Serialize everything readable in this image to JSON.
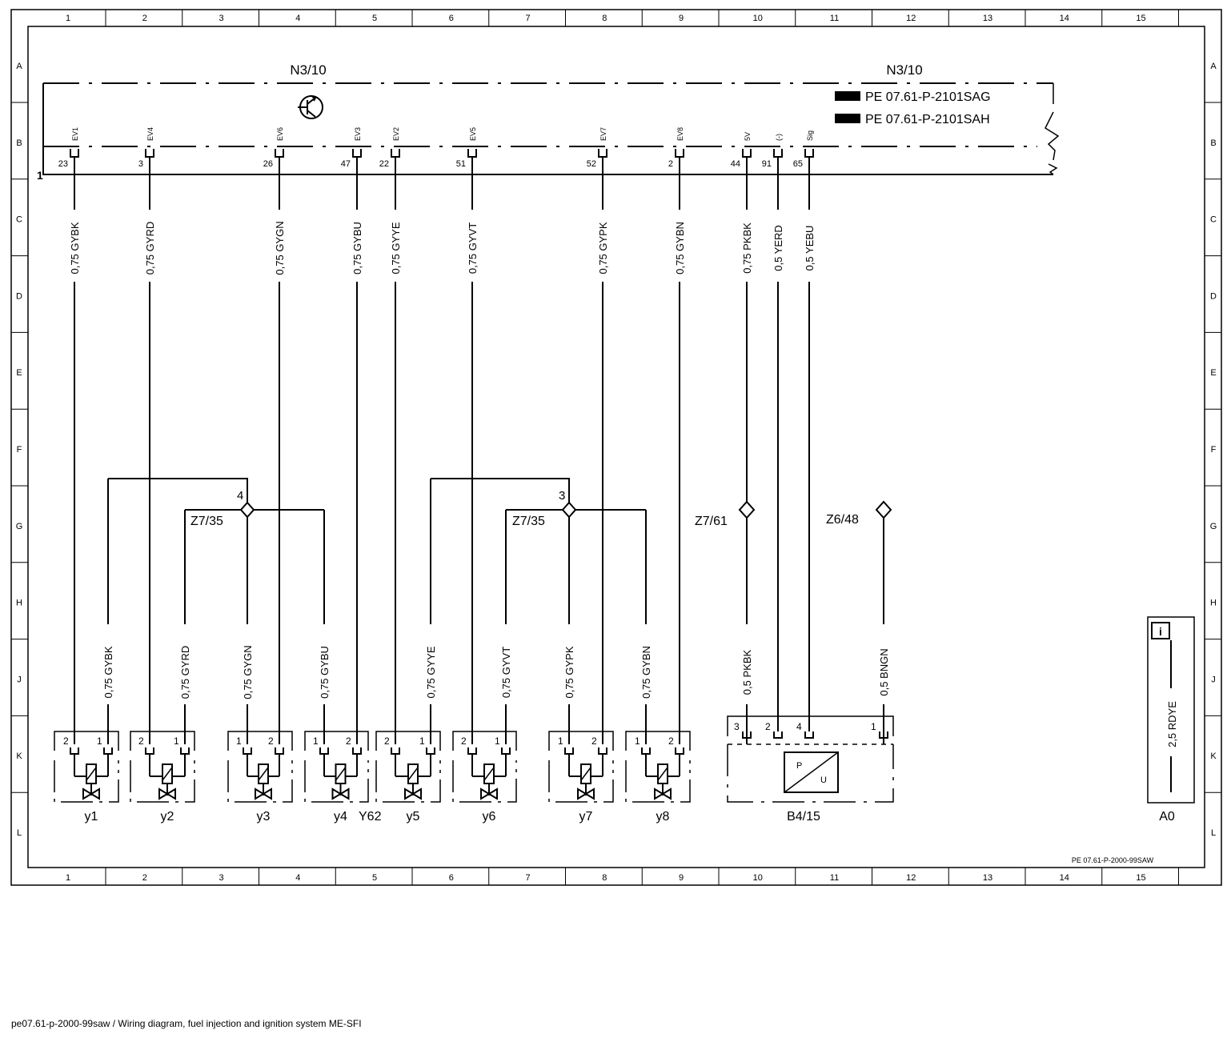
{
  "caption": "pe07.61-p-2000-99saw / Wiring diagram, fuel injection and ignition system ME-SFI",
  "grid": {
    "columns": [
      "1",
      "2",
      "3",
      "4",
      "5",
      "6",
      "7",
      "8",
      "9",
      "10",
      "11",
      "12",
      "13",
      "14",
      "15"
    ],
    "rows": [
      "A",
      "B",
      "C",
      "D",
      "E",
      "F",
      "G",
      "H",
      "J",
      "K",
      "L"
    ]
  },
  "control_unit": {
    "label_left": "N3/10",
    "label_right": "N3/10",
    "refs": [
      "PE 07.61-P-2101SAG",
      "PE 07.61-P-2101SAH"
    ],
    "pin1_label": "1",
    "pins": [
      {
        "signal": "EV1",
        "pin": "23",
        "wire": "0,75 GYBK"
      },
      {
        "signal": "EV4",
        "pin": "3",
        "wire": "0,75 GYRD"
      },
      {
        "signal": "EV6",
        "pin": "26",
        "wire": "0,75 GYGN"
      },
      {
        "signal": "EV3",
        "pin": "47",
        "wire": "0,75 GYBU"
      },
      {
        "signal": "EV2",
        "pin": "22",
        "wire": "0,75 GYYE"
      },
      {
        "signal": "EV5",
        "pin": "51",
        "wire": "0,75 GYVT"
      },
      {
        "signal": "EV7",
        "pin": "52",
        "wire": "0,75 GYPK"
      },
      {
        "signal": "EV8",
        "pin": "2",
        "wire": "0,75 GYBN"
      },
      {
        "signal": "5V",
        "pin": "44",
        "wire": "0,75 PKBK"
      },
      {
        "signal": "(-)",
        "pin": "91",
        "wire": "0,5 YERD"
      },
      {
        "signal": "Sig",
        "pin": "65",
        "wire": "0,5 YEBU"
      }
    ]
  },
  "connectors": [
    {
      "name": "Z7/35",
      "number": "4"
    },
    {
      "name": "Z7/35",
      "number": "3"
    },
    {
      "name": "Z7/61",
      "number": ""
    },
    {
      "name": "Z6/48",
      "number": ""
    }
  ],
  "lower_wires": [
    "0,75 GYBK",
    "0,75 GYRD",
    "0,75 GYGN",
    "0,75 GYBU",
    "0,75 GYYE",
    "0,75 GYVT",
    "0,75 GYPK",
    "0,75 GYBN",
    "0,5 PKBK",
    "0,5 BNGN"
  ],
  "injectors": [
    {
      "label": "y1",
      "pins": [
        "2",
        "1"
      ]
    },
    {
      "label": "y2",
      "pins": [
        "2",
        "1"
      ]
    },
    {
      "label": "y3",
      "pins": [
        "1",
        "2"
      ]
    },
    {
      "label": "y4",
      "pins": [
        "1",
        "2"
      ]
    },
    {
      "label": "y5",
      "pins": [
        "2",
        "1"
      ]
    },
    {
      "label": "y6",
      "pins": [
        "2",
        "1"
      ]
    },
    {
      "label": "y7",
      "pins": [
        "1",
        "2"
      ]
    },
    {
      "label": "y8",
      "pins": [
        "1",
        "2"
      ]
    }
  ],
  "injector_group_label": "Y62",
  "sensor": {
    "label": "B4/15",
    "pins": [
      "3",
      "2",
      "4",
      "1"
    ],
    "symbol_p": "P",
    "symbol_u": "U"
  },
  "legend_box": {
    "icon": "i",
    "wire": "2,5 RDYE",
    "label": "A0"
  },
  "doc_ref": "PE 07.61-P-2000-99SAW"
}
